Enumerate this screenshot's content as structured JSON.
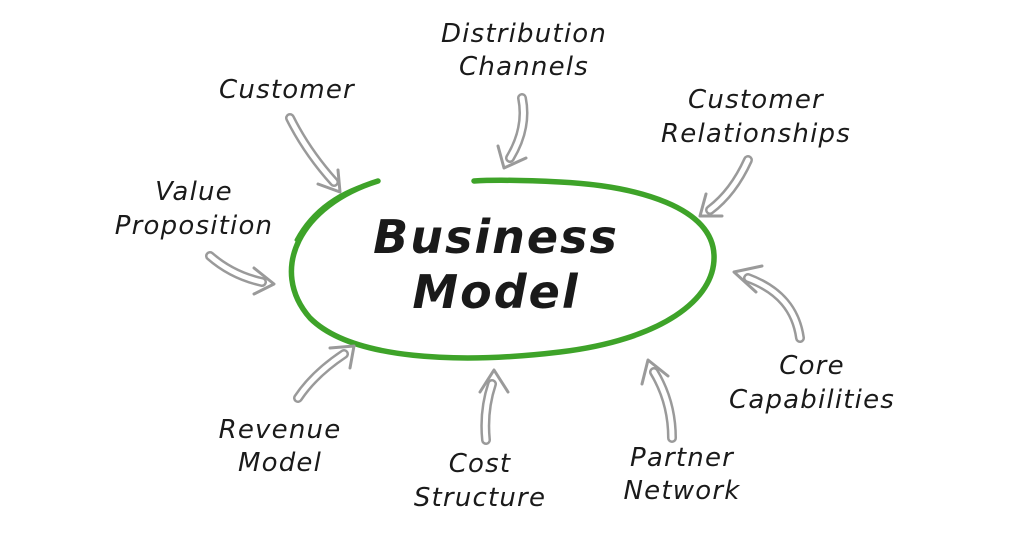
{
  "diagram": {
    "center": {
      "line1": "Business",
      "line2": "Model"
    },
    "nodes": {
      "distribution_channels": {
        "line1": "Distribution",
        "line2": "Channels"
      },
      "customer": {
        "line1": "Customer"
      },
      "customer_relationships": {
        "line1": "Customer",
        "line2": "Relationships"
      },
      "value_proposition": {
        "line1": "Value",
        "line2": "Proposition"
      },
      "core_capabilities": {
        "line1": "Core",
        "line2": "Capabilities"
      },
      "revenue_model": {
        "line1": "Revenue",
        "line2": "Model"
      },
      "cost_structure": {
        "line1": "Cost",
        "line2": "Structure"
      },
      "partner_network": {
        "line1": "Partner",
        "line2": "Network"
      }
    }
  },
  "colors": {
    "ellipse_stroke": "#3ea329",
    "arrow_outline": "#9a9a9a",
    "text": "#1a1a1a"
  }
}
